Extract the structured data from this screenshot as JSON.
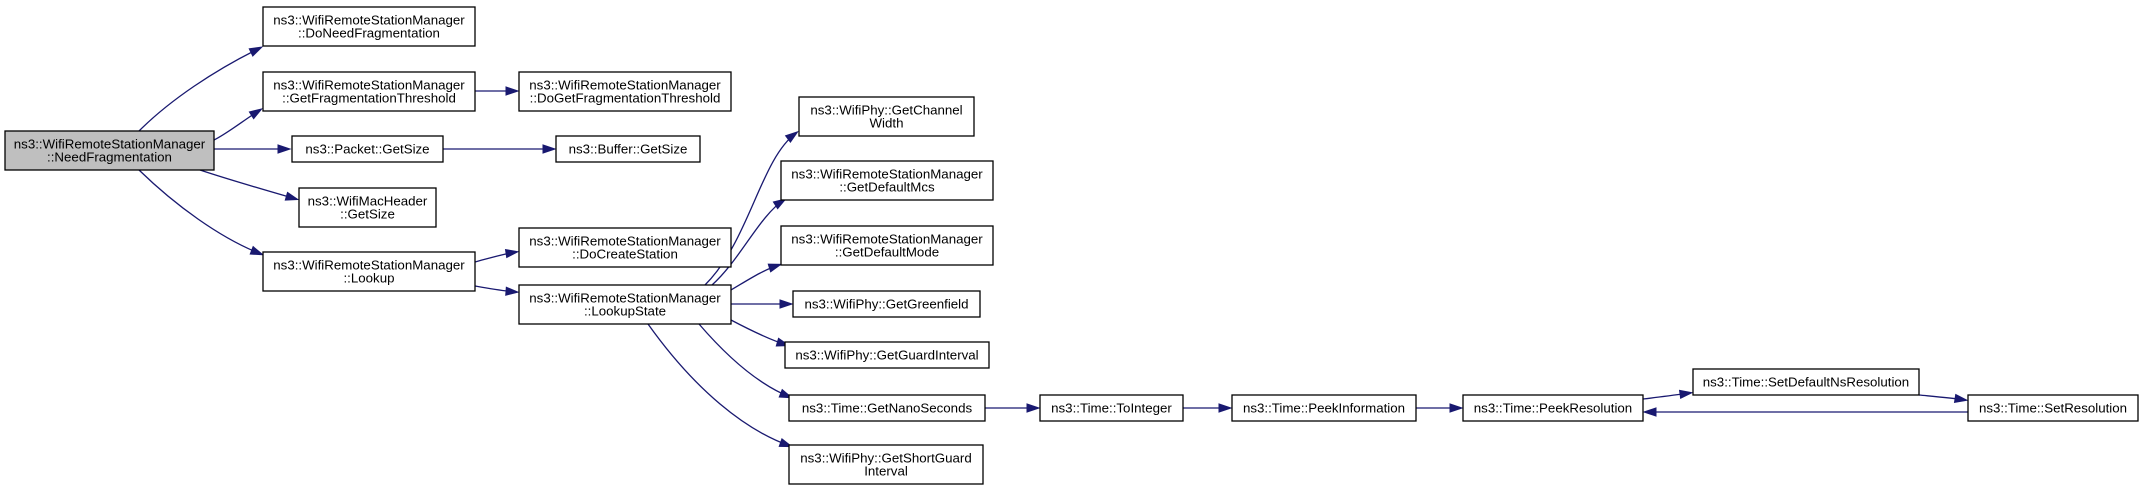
{
  "graph": {
    "colors": {
      "edge": "#191970",
      "root_fill": "#bfbfbf",
      "node_fill": "#ffffff",
      "border": "#000000"
    },
    "nodes": [
      {
        "id": "n0",
        "name": "node-need-fragmentation",
        "lines": [
          "ns3::WifiRemoteStationManager",
          "::NeedFragmentation"
        ],
        "root": true
      },
      {
        "id": "n1",
        "name": "node-do-need-fragmentation",
        "lines": [
          "ns3::WifiRemoteStationManager",
          "::DoNeedFragmentation"
        ]
      },
      {
        "id": "n2",
        "name": "node-get-fragmentation-threshold",
        "lines": [
          "ns3::WifiRemoteStationManager",
          "::GetFragmentationThreshold"
        ]
      },
      {
        "id": "n3",
        "name": "node-do-get-fragmentation-threshold",
        "lines": [
          "ns3::WifiRemoteStationManager",
          "::DoGetFragmentationThreshold"
        ]
      },
      {
        "id": "n4",
        "name": "node-packet-get-size",
        "lines": [
          "ns3::Packet::GetSize"
        ]
      },
      {
        "id": "n5",
        "name": "node-buffer-get-size",
        "lines": [
          "ns3::Buffer::GetSize"
        ]
      },
      {
        "id": "n6",
        "name": "node-wifi-mac-header-get-size",
        "lines": [
          "ns3::WifiMacHeader",
          "::GetSize"
        ]
      },
      {
        "id": "n7",
        "name": "node-lookup",
        "lines": [
          "ns3::WifiRemoteStationManager",
          "::Lookup"
        ]
      },
      {
        "id": "n8",
        "name": "node-do-create-station",
        "lines": [
          "ns3::WifiRemoteStationManager",
          "::DoCreateStation"
        ]
      },
      {
        "id": "n9",
        "name": "node-lookup-state",
        "lines": [
          "ns3::WifiRemoteStationManager",
          "::LookupState"
        ]
      },
      {
        "id": "n10",
        "name": "node-get-channel-width",
        "lines": [
          "ns3::WifiPhy::GetChannel",
          "Width"
        ]
      },
      {
        "id": "n11",
        "name": "node-get-default-mcs",
        "lines": [
          "ns3::WifiRemoteStationManager",
          "::GetDefaultMcs"
        ]
      },
      {
        "id": "n12",
        "name": "node-get-default-mode",
        "lines": [
          "ns3::WifiRemoteStationManager",
          "::GetDefaultMode"
        ]
      },
      {
        "id": "n13",
        "name": "node-get-greenfield",
        "lines": [
          "ns3::WifiPhy::GetGreenfield"
        ]
      },
      {
        "id": "n14",
        "name": "node-get-guard-interval",
        "lines": [
          "ns3::WifiPhy::GetGuardInterval"
        ]
      },
      {
        "id": "n15",
        "name": "node-get-nano-seconds",
        "lines": [
          "ns3::Time::GetNanoSeconds"
        ]
      },
      {
        "id": "n16",
        "name": "node-get-short-guard-interval",
        "lines": [
          "ns3::WifiPhy::GetShortGuard",
          "Interval"
        ]
      },
      {
        "id": "n17",
        "name": "node-to-integer",
        "lines": [
          "ns3::Time::ToInteger"
        ]
      },
      {
        "id": "n18",
        "name": "node-peek-information",
        "lines": [
          "ns3::Time::PeekInformation"
        ]
      },
      {
        "id": "n19",
        "name": "node-peek-resolution",
        "lines": [
          "ns3::Time::PeekResolution"
        ]
      },
      {
        "id": "n20",
        "name": "node-set-default-ns-resolution",
        "lines": [
          "ns3::Time::SetDefaultNsResolution"
        ]
      },
      {
        "id": "n21",
        "name": "node-set-resolution",
        "lines": [
          "ns3::Time::SetResolution"
        ]
      }
    ],
    "edges": [
      {
        "from": "n0",
        "to": "n1"
      },
      {
        "from": "n0",
        "to": "n2"
      },
      {
        "from": "n0",
        "to": "n4"
      },
      {
        "from": "n0",
        "to": "n6"
      },
      {
        "from": "n0",
        "to": "n7"
      },
      {
        "from": "n2",
        "to": "n3"
      },
      {
        "from": "n4",
        "to": "n5"
      },
      {
        "from": "n7",
        "to": "n8"
      },
      {
        "from": "n7",
        "to": "n9"
      },
      {
        "from": "n9",
        "to": "n10"
      },
      {
        "from": "n9",
        "to": "n11"
      },
      {
        "from": "n9",
        "to": "n12"
      },
      {
        "from": "n9",
        "to": "n13"
      },
      {
        "from": "n9",
        "to": "n14"
      },
      {
        "from": "n9",
        "to": "n15"
      },
      {
        "from": "n9",
        "to": "n16"
      },
      {
        "from": "n15",
        "to": "n17"
      },
      {
        "from": "n17",
        "to": "n18"
      },
      {
        "from": "n18",
        "to": "n19"
      },
      {
        "from": "n19",
        "to": "n20"
      },
      {
        "from": "n20",
        "to": "n21"
      },
      {
        "from": "n21",
        "to": "n19"
      }
    ]
  }
}
